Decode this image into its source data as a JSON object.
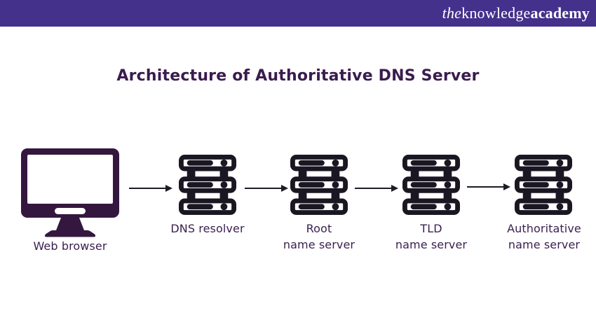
{
  "header": {
    "logo": {
      "the": "the",
      "knowledge": "knowledge",
      "academy": "academy"
    }
  },
  "title": "Architecture of Authoritative DNS Server",
  "diagram": {
    "nodes": [
      {
        "id": "web-browser",
        "icon": "monitor-icon",
        "lines": [
          "Web browser"
        ]
      },
      {
        "id": "dns-resolver",
        "icon": "server-stack-icon",
        "lines": [
          "DNS resolver"
        ]
      },
      {
        "id": "root-name-server",
        "icon": "server-stack-icon",
        "lines": [
          "Root",
          "name server"
        ]
      },
      {
        "id": "tld-name-server",
        "icon": "server-stack-icon",
        "lines": [
          "TLD",
          "name server"
        ]
      },
      {
        "id": "authoritative-name-server",
        "icon": "server-stack-icon",
        "lines": [
          "Authoritative",
          "name server"
        ]
      }
    ],
    "arrow_count": 4
  },
  "colors": {
    "header_bg": "#44318B",
    "title_text": "#3A1C4E",
    "label_text": "#3C2150",
    "monitor_icon": "#34173F",
    "server_icon": "#1A1722",
    "arrow": "#1E1B26",
    "background": "#FFFFFF",
    "logo_text": "#FFFFFF"
  }
}
